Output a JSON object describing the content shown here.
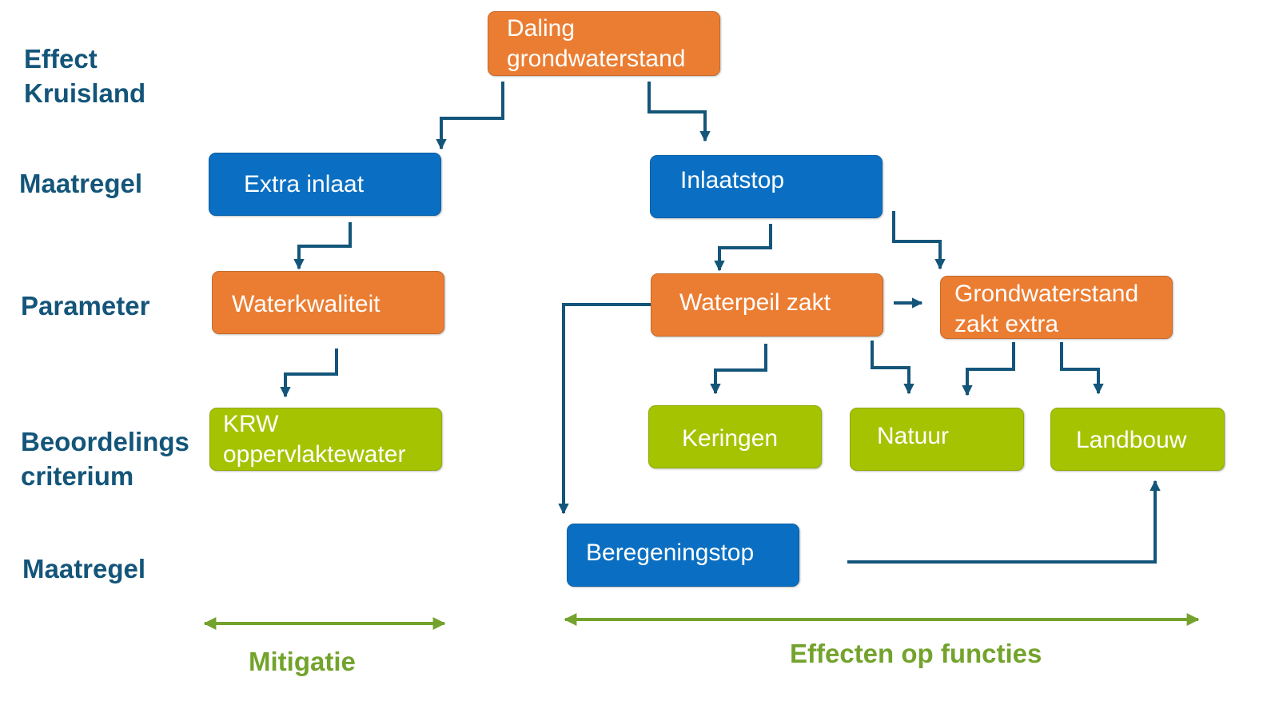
{
  "labels": {
    "effect": "Effect\nKruisland",
    "maatregel_1": "Maatregel",
    "parameter": "Parameter",
    "criterium": "Beoordelings\ncriterium",
    "maatregel_2": "Maatregel"
  },
  "nodes": {
    "daling": "Daling\ngrondwaterstand",
    "extra_inlaat": "Extra inlaat",
    "inlaatstop": "Inlaatstop",
    "waterkwaliteit": "Waterkwaliteit",
    "waterpeil_zakt": "Waterpeil zakt",
    "grondwaterstand_zakt": "Grondwaterstand\nzakt extra",
    "krw": "KRW\noppervlaktewater",
    "keringen": "Keringen",
    "natuur": "Natuur",
    "landbouw": "Landbouw",
    "beregeningstop": "Beregeningstop"
  },
  "footer": {
    "mitigatie": "Mitigatie",
    "effecten": "Effecten op functies"
  },
  "colors": {
    "parameter_orange": "#eb7d32",
    "measure_blue": "#0a6fc2",
    "criterion_green": "#a5c300",
    "row_label_blue": "#14557a",
    "connector_blue": "#14557a",
    "footer_green": "#73a32c"
  }
}
